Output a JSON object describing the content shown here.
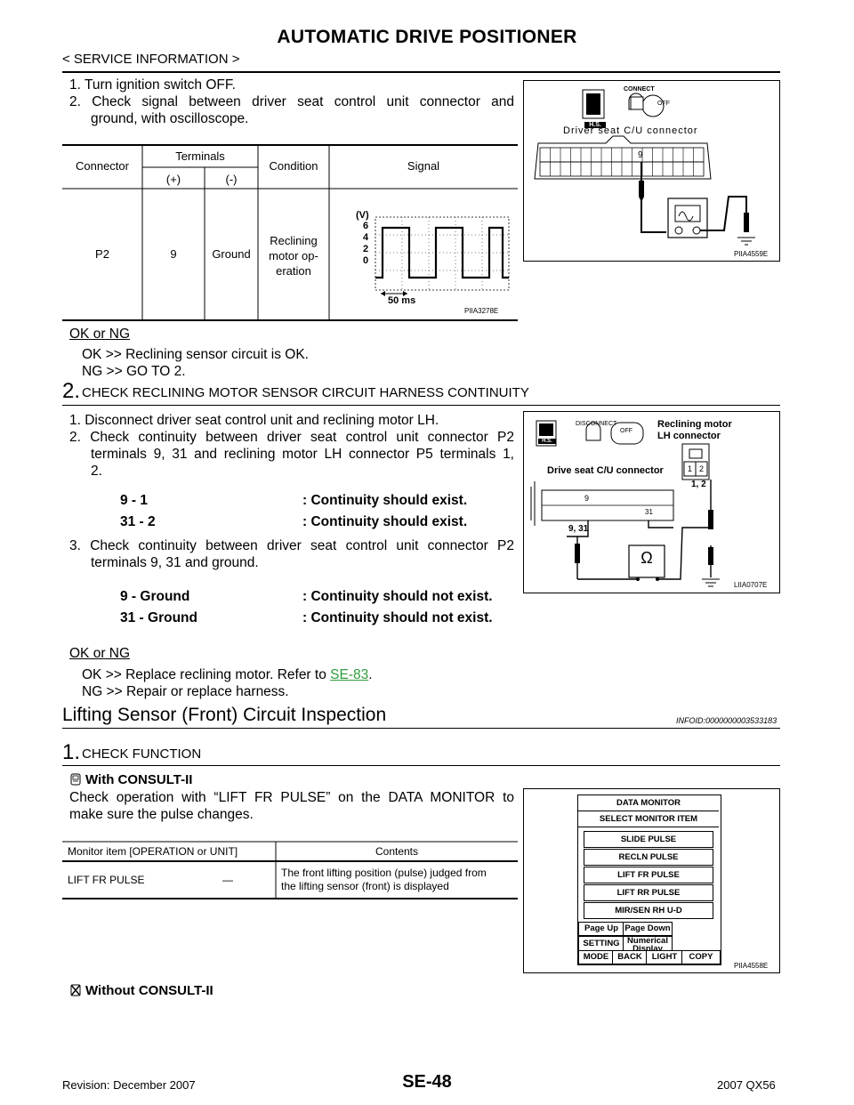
{
  "header": {
    "title": "AUTOMATIC DRIVE POSITIONER",
    "breadcrumb": "< SERVICE INFORMATION >"
  },
  "block1": {
    "step1": "1.  Turn ignition switch OFF.",
    "step2_a": "2.  Check signal between driver seat control unit connector and",
    "step2_b": "ground, with oscilloscope.",
    "table": {
      "h_connector": "Connector",
      "h_terminals": "Terminals",
      "h_plus": "(+)",
      "h_minus": "(-)",
      "h_condition": "Condition",
      "h_signal": "Signal",
      "r_connector": "P2",
      "r_plus": "9",
      "r_minus": "Ground",
      "r_condition_1": "Reclining",
      "r_condition_2": "motor op-",
      "r_condition_3": "eration"
    },
    "scope": {
      "unit": "(V)",
      "ticks": [
        "6",
        "4",
        "2",
        "0"
      ],
      "time": "50 ms",
      "code": "PIIA3278E"
    },
    "okng": "OK or NG",
    "ok": "OK      >> Reclining sensor circuit is OK.",
    "ng": "NG      >> GO TO 2.",
    "figure": {
      "connect": "CONNECT",
      "hs": "H.S.",
      "off": "OFF",
      "label": "Driver seat C/U connector",
      "pin": "9",
      "code": "PIIA4559E"
    }
  },
  "block2": {
    "step_num": "2.",
    "step_title": "CHECK RECLINING MOTOR SENSOR CIRCUIT HARNESS CONTINUITY",
    "s1": "1.  Disconnect driver seat control unit and reclining motor LH.",
    "s2_a": "2.  Check continuity between driver seat control unit connector P2",
    "s2_b": "terminals 9, 31 and reclining motor LH connector P5 terminals 1,",
    "s2_c": "2.",
    "c1_l": "9 - 1",
    "c1_r": ": Continuity should exist.",
    "c2_l": "31 - 2",
    "c2_r": ": Continuity should exist.",
    "s3_a": "3.  Check continuity between driver seat control unit connector P2",
    "s3_b": "terminals 9, 31 and ground.",
    "c3_l": "9 - Ground",
    "c3_r": ": Continuity should not exist.",
    "c4_l": "31 - Ground",
    "c4_r": ": Continuity should not exist.",
    "okng": "OK or NG",
    "ok_prefix": "OK      >> Replace reclining motor. Refer to ",
    "ok_link": "SE-83",
    "ok_suffix": ".",
    "ng": "NG      >> Repair or replace harness.",
    "figure": {
      "disconnect": "DISCONNECT",
      "hs": "H.S.",
      "off": "OFF",
      "motor_label_1": "Reclining motor",
      "motor_label_2": "LH connector",
      "pins_motor": [
        "1",
        "2"
      ],
      "pins_motor_label": "1, 2",
      "cu_label": "Drive seat C/U connector",
      "pin9": "9",
      "pin31": "31",
      "pins_cu_label": "9, 31",
      "ohm": "Ω",
      "code": "LIIA0707E"
    }
  },
  "section": {
    "title": "Lifting Sensor (Front) Circuit Inspection",
    "infoid": "INFOID:0000000003533183"
  },
  "block3": {
    "step_num": "1.",
    "step_title": "CHECK FUNCTION",
    "with": "With CONSULT-II",
    "text_a": "Check operation with “LIFT FR PULSE” on the DATA MONITOR to",
    "text_b": "make sure the pulse changes.",
    "table": {
      "h_item": "Monitor item [OPERATION or UNIT]",
      "h_contents": "Contents",
      "r_item": "LIFT FR PULSE",
      "r_dash": "—",
      "r_contents_1": "The front lifting position (pulse) judged from",
      "r_contents_2": "the lifting sensor (front) is displayed"
    },
    "without": "Without CONSULT-II",
    "monitor": {
      "title": "DATA MONITOR",
      "select": "SELECT MONITOR ITEM",
      "items": [
        "SLIDE PULSE",
        "RECLN PULSE",
        "LIFT FR PULSE",
        "LIFT RR PULSE",
        "MIR/SEN RH U-D"
      ],
      "page_up": "Page Up",
      "page_down": "Page Down",
      "setting": "SETTING",
      "numerical": "Numerical",
      "display": "Display",
      "mode": "MODE",
      "back": "BACK",
      "light": "LIGHT",
      "copy": "COPY",
      "code": "PIIA4558E"
    }
  },
  "footer": {
    "revision": "Revision: December 2007",
    "page": "SE-48",
    "model": "2007 QX56"
  }
}
